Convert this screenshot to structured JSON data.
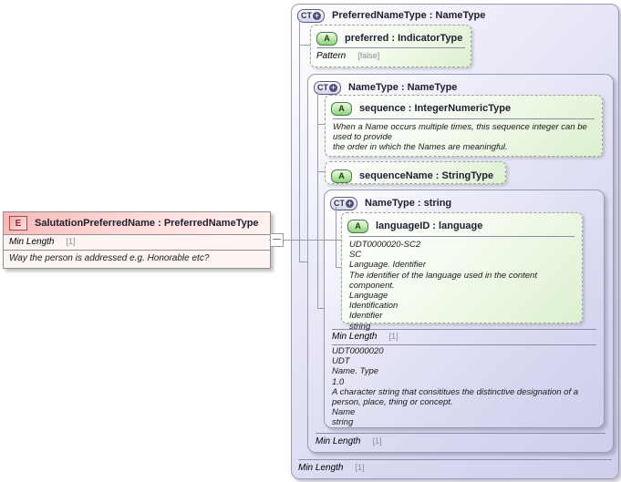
{
  "colors": {
    "complex_type_box": "#d9d9f1",
    "attribute_box": "#ddf0d0",
    "element_header": "#f6b8b6"
  },
  "icons": {
    "complex_type": "CT",
    "attribute": "A",
    "element": "E",
    "expand_plus": "+"
  },
  "element_box": {
    "title": "SalutationPreferredName : PreferredNameType",
    "facet_name": "Min Length",
    "facet_value": "[1]",
    "annotation": "Way the person is addressed e.g. Honorable etc?"
  },
  "preferred_name_type_box": {
    "title": "PreferredNameType : NameType",
    "facet_name": "Min Length",
    "facet_value": "[1]"
  },
  "preferred_attribute": {
    "title": "preferred : IndicatorType",
    "facet_name": "Pattern",
    "facet_value": "[false]"
  },
  "name_type_box": {
    "title": "NameType : NameType",
    "facet_name": "Min Length",
    "facet_value": "[1]"
  },
  "sequence_attribute": {
    "title": "sequence : IntegerNumericType",
    "annotation_lines": [
      "When a Name occurs multiple times, this sequence integer can be used to provide",
      "the order in which the Names are meaningful."
    ]
  },
  "sequence_name_attribute": {
    "title": "sequenceName : StringType"
  },
  "name_type_string_box": {
    "title": "NameType : string",
    "facet_name": "Min Length",
    "facet_value": "[1]",
    "annotation_lines": [
      "UDT0000020",
      "UDT",
      "Name. Type",
      "1.0",
      "A character string that consititues the distinctive designation of a person, place, thing or concept.",
      "Name",
      "string"
    ]
  },
  "language_id_attribute": {
    "title": "languageID : language",
    "annotation_lines": [
      "UDT0000020-SC2",
      "SC",
      "Language. Identifier",
      "The identifier of the language used in the content component.",
      "Language",
      "Identification",
      "Identifier",
      "string"
    ]
  }
}
